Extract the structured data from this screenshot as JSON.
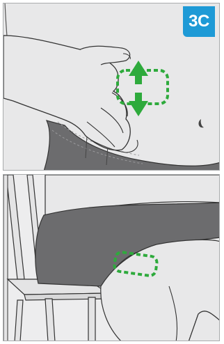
{
  "step": {
    "label": "3C"
  },
  "colors": {
    "badge": "#1e9ad6",
    "injection_site": "#2eaa3c",
    "skin": "#e8e8e9",
    "clothing": "#6c6c6e",
    "outline": "#333333",
    "background": "#ededee"
  },
  "panels": [
    {
      "id": "abdomen",
      "site_shape": "rounded-square",
      "arrows": [
        "up",
        "down"
      ]
    },
    {
      "id": "thigh",
      "site_shape": "rounded-square",
      "arrows": []
    }
  ]
}
